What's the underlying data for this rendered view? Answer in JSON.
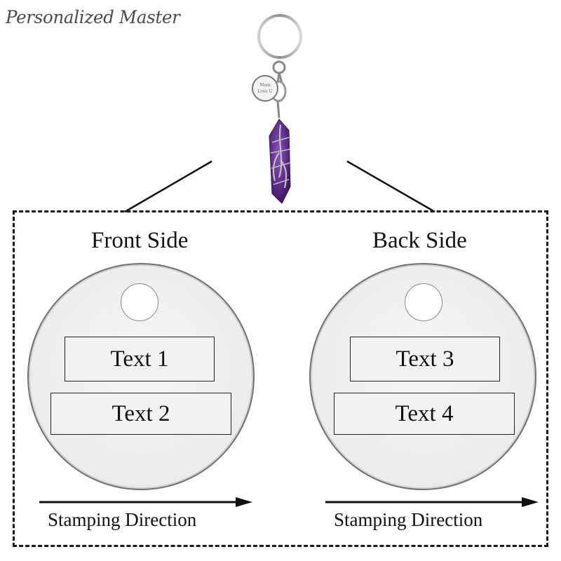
{
  "brand": {
    "text": "Personalized Master"
  },
  "keychain": {
    "charm_text": "Mom Love U"
  },
  "front": {
    "title": "Front Side",
    "texts": [
      "Text 1",
      "Text 2"
    ],
    "direction": "Stamping Direction"
  },
  "back": {
    "title": "Back Side",
    "texts": [
      "Text 3",
      "Text 4"
    ],
    "direction": "Stamping Direction"
  },
  "colors": {
    "crystal": "#5b2a86",
    "metal": "#9a9a9a",
    "frame": "#1a1a1a"
  }
}
